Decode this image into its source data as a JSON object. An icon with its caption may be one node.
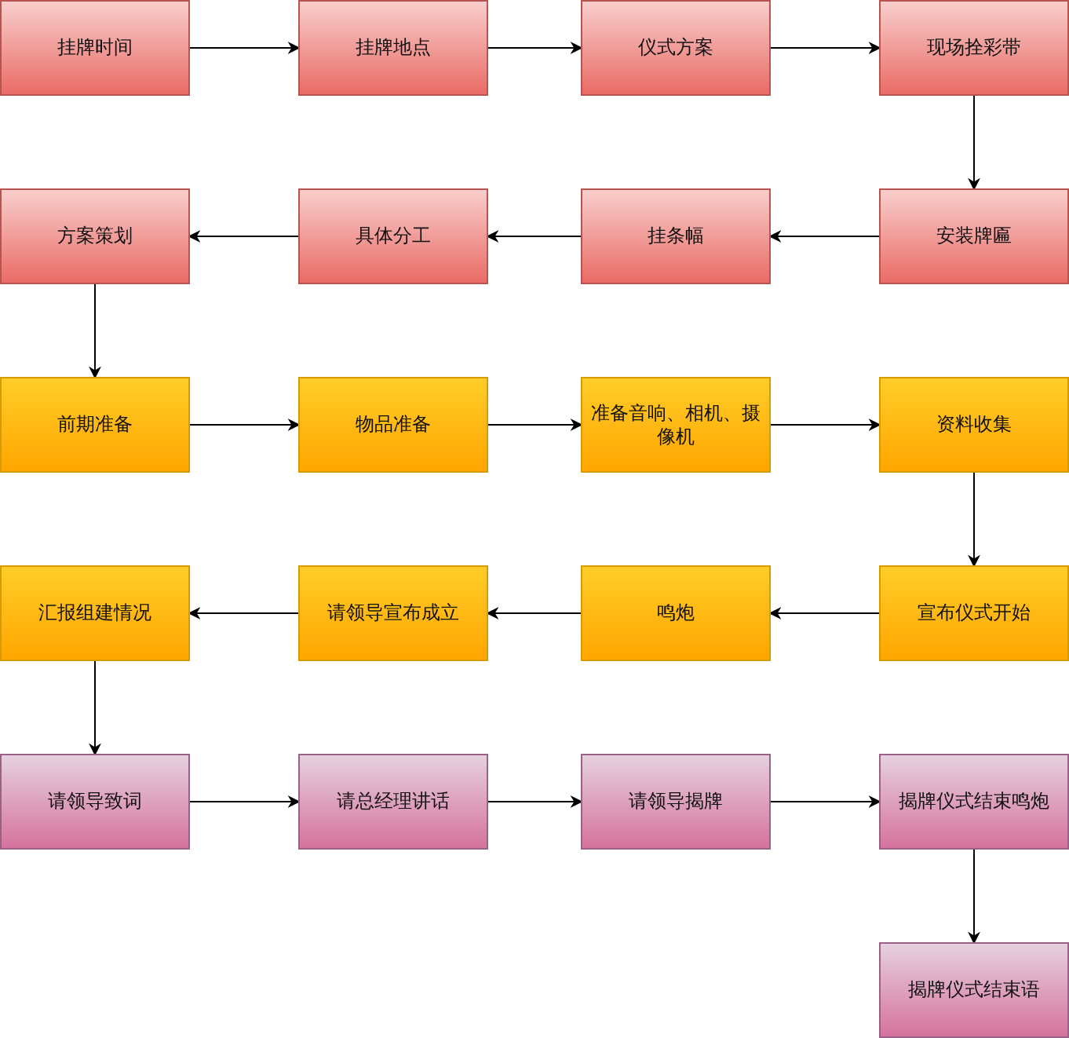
{
  "diagram": {
    "nodes": [
      {
        "text": [
          "挂牌时间"
        ]
      },
      {
        "text": [
          "挂牌地点"
        ]
      },
      {
        "text": [
          "仪式方案"
        ]
      },
      {
        "text": [
          "现场拴彩带"
        ]
      },
      {
        "text": [
          "方案策划"
        ]
      },
      {
        "text": [
          "具体分工"
        ]
      },
      {
        "text": [
          "挂条幅"
        ]
      },
      {
        "text": [
          "安装牌匾"
        ]
      },
      {
        "text": [
          "前期准备"
        ]
      },
      {
        "text": [
          "物品准备"
        ]
      },
      {
        "text": [
          "准备音响、相机、摄像机"
        ]
      },
      {
        "text": [
          "资料收集"
        ]
      },
      {
        "text": [
          "汇报组建情况"
        ]
      },
      {
        "text": [
          "请领导宣布成立"
        ]
      },
      {
        "text": [
          "鸣炮"
        ]
      },
      {
        "text": [
          "宣布仪式开始"
        ]
      },
      {
        "text": [
          "请领导致词"
        ]
      },
      {
        "text": [
          "请总经理讲话"
        ]
      },
      {
        "text": [
          "请领导揭牌"
        ]
      },
      {
        "text": [
          "揭牌仪式结束鸣炮"
        ]
      },
      {
        "text": [
          "揭牌仪式结束语"
        ]
      }
    ],
    "edges": [
      {
        "from": 0,
        "to": 1,
        "arrow": "to"
      },
      {
        "from": 1,
        "to": 2,
        "arrow": "to"
      },
      {
        "from": 2,
        "to": 3,
        "arrow": "to"
      },
      {
        "from": 3,
        "to": 7,
        "arrow": "to"
      },
      {
        "from": 7,
        "to": 6,
        "arrow": "to"
      },
      {
        "from": 6,
        "to": 5,
        "arrow": "to"
      },
      {
        "from": 5,
        "to": 4,
        "arrow": "to"
      },
      {
        "from": 4,
        "to": 8,
        "arrow": "to"
      },
      {
        "from": 8,
        "to": 9,
        "arrow": "to"
      },
      {
        "from": 9,
        "to": 10,
        "arrow": "to"
      },
      {
        "from": 10,
        "to": 11,
        "arrow": "to"
      },
      {
        "from": 11,
        "to": 15,
        "arrow": "to"
      },
      {
        "from": 15,
        "to": 14,
        "arrow": "to"
      },
      {
        "from": 14,
        "to": 13,
        "arrow": "to"
      },
      {
        "from": 13,
        "to": 12,
        "arrow": "to"
      },
      {
        "from": 12,
        "to": 16,
        "arrow": "to"
      },
      {
        "from": 16,
        "to": 17,
        "arrow": "to"
      },
      {
        "from": 17,
        "to": 18,
        "arrow": "to"
      },
      {
        "from": 18,
        "to": 19,
        "arrow": "to"
      },
      {
        "from": 19,
        "to": 20,
        "arrow": "to"
      }
    ]
  }
}
